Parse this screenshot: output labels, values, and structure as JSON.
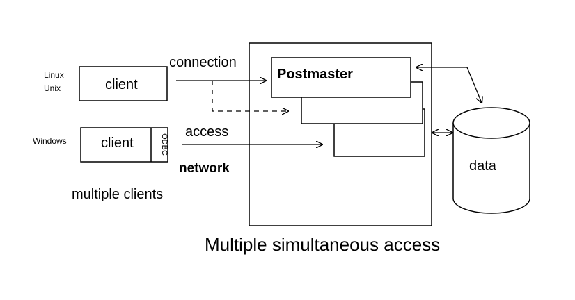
{
  "clients": {
    "linux_os_line1": "Linux",
    "linux_os_line2": "Unix",
    "linux_client_label": "client",
    "windows_os": "Windows",
    "windows_client_label": "client",
    "odbc_label": "ODBC",
    "caption": "multiple clients"
  },
  "links": {
    "connection_label": "connection",
    "access_label": "access",
    "network_label": "network"
  },
  "server": {
    "postmaster_label": "Postmaster"
  },
  "storage": {
    "data_label": "data"
  },
  "title": "Multiple simultaneous access"
}
